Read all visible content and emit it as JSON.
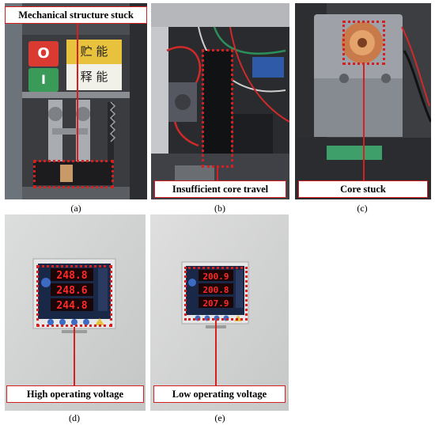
{
  "panels": {
    "a": {
      "caption": "Mechanical structure stuck",
      "label": "(a)",
      "button_top_glyph": "O",
      "button_bottom_glyph": "I",
      "tag_top": "贮 能",
      "tag_bottom": "释 能"
    },
    "b": {
      "caption": "Insufficient core travel",
      "label": "(b)"
    },
    "c": {
      "caption": "Core stuck",
      "label": "(c)"
    },
    "d": {
      "caption": "High operating voltage",
      "label": "(d)",
      "meter_readings": [
        "248.8",
        "248.6",
        "244.8"
      ]
    },
    "e": {
      "caption": "Low operating voltage",
      "label": "(e)",
      "meter_readings": [
        "200.9",
        "200.8",
        "207.9"
      ]
    }
  },
  "colors": {
    "highlight": "#d42020",
    "led": "#ff2a2a"
  }
}
